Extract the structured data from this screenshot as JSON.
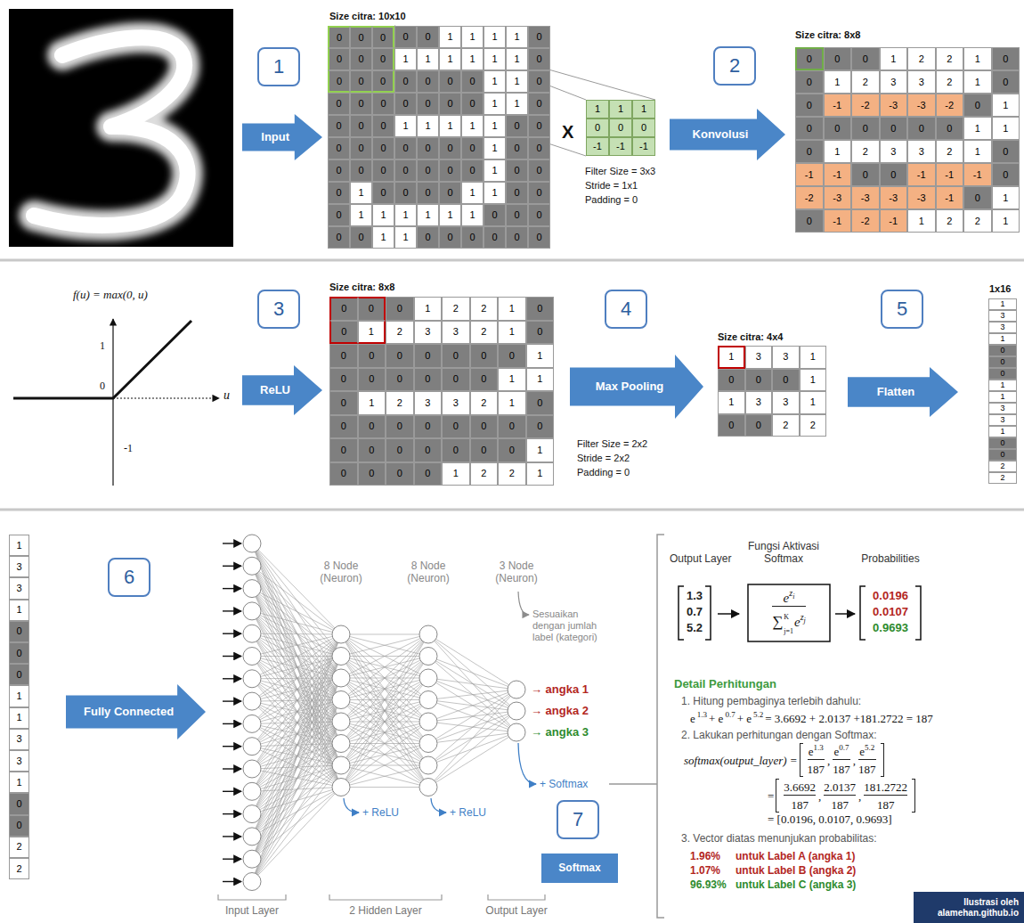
{
  "diagram": {
    "nodes": [
      {
        "text": [
          "1"
        ]
      },
      {
        "text": [
          "Input"
        ]
      },
      {
        "text": [
          "2"
        ]
      },
      {
        "text": [
          "Konvolusi"
        ]
      },
      {
        "text": [
          "3"
        ]
      },
      {
        "text": [
          "ReLU"
        ]
      },
      {
        "text": [
          "4"
        ]
      },
      {
        "text": [
          "Max Pooling"
        ]
      },
      {
        "text": [
          "5"
        ]
      },
      {
        "text": [
          "Flatten"
        ]
      },
      {
        "text": [
          "6"
        ]
      },
      {
        "text": [
          "Fully Connected"
        ]
      },
      {
        "text": [
          "7"
        ]
      },
      {
        "text": [
          "Softmax"
        ]
      },
      {
        "text": [
          "Ilustrasi oleh alamehan.github.io"
        ]
      }
    ],
    "labels": [
      "Size citra: 10x10",
      "0",
      "0",
      "0",
      "0",
      "0",
      "1",
      "1",
      "1",
      "1",
      "0",
      "0",
      "0",
      "0",
      "1",
      "1",
      "1",
      "1",
      "1",
      "1",
      "0",
      "0",
      "0",
      "0",
      "0",
      "0",
      "0",
      "0",
      "1",
      "1",
      "0",
      "0",
      "0",
      "0",
      "0",
      "0",
      "0",
      "0",
      "1",
      "1",
      "0",
      "0",
      "0",
      "0",
      "1",
      "1",
      "1",
      "1",
      "1",
      "0",
      "0",
      "0",
      "0",
      "0",
      "0",
      "0",
      "0",
      "0",
      "1",
      "0",
      "0",
      "0",
      "0",
      "0",
      "0",
      "0",
      "0",
      "0",
      "1",
      "0",
      "0",
      "0",
      "1",
      "0",
      "0",
      "0",
      "0",
      "1",
      "1",
      "0",
      "0",
      "0",
      "1",
      "1",
      "1",
      "1",
      "1",
      "1",
      "0",
      "0",
      "0",
      "0",
      "0",
      "1",
      "1",
      "0",
      "0",
      "0",
      "0",
      "0",
      "0",
      "X",
      "1",
      "1",
      "1",
      "0",
      "0",
      "0",
      "-1",
      "-1",
      "-1",
      "Filter Size = 3x3",
      "Stride = 1x1",
      "Padding = 0",
      "Size citra: 8x8",
      "0",
      "0",
      "0",
      "1",
      "2",
      "2",
      "1",
      "0",
      "0",
      "1",
      "2",
      "3",
      "3",
      "2",
      "1",
      "0",
      "0",
      "-1",
      "-2",
      "-3",
      "-3",
      "-2",
      "0",
      "1",
      "0",
      "0",
      "0",
      "0",
      "0",
      "0",
      "1",
      "1",
      "0",
      "1",
      "2",
      "3",
      "3",
      "2",
      "1",
      "0",
      "-1",
      "-1",
      "0",
      "0",
      "-1",
      "-1",
      "-1",
      "0",
      "-2",
      "-3",
      "-3",
      "-3",
      "-3",
      "-1",
      "0",
      "1",
      "0",
      "-1",
      "-2",
      "-1",
      "1",
      "2",
      "2",
      "1",
      "f(u) = max(0, u)",
      "1",
      "0",
      "-1",
      "u",
      "Size citra: 8x8",
      "0",
      "0",
      "0",
      "1",
      "2",
      "2",
      "1",
      "0",
      "0",
      "1",
      "2",
      "3",
      "3",
      "2",
      "1",
      "0",
      "0",
      "0",
      "0",
      "0",
      "0",
      "0",
      "0",
      "1",
      "0",
      "0",
      "0",
      "0",
      "0",
      "0",
      "1",
      "1",
      "0",
      "1",
      "2",
      "3",
      "3",
      "2",
      "1",
      "0",
      "0",
      "0",
      "0",
      "0",
      "0",
      "0",
      "0",
      "0",
      "0",
      "0",
      "0",
      "0",
      "0",
      "0",
      "0",
      "1",
      "0",
      "0",
      "0",
      "0",
      "1",
      "2",
      "2",
      "1",
      "Filter Size = 2x2",
      "Stride = 2x2",
      "Padding = 0",
      "Size citra: 4x4",
      "1",
      "3",
      "3",
      "1",
      "0",
      "0",
      "0",
      "1",
      "1",
      "3",
      "3",
      "1",
      "0",
      "0",
      "2",
      "2",
      "1x16",
      "1",
      "3",
      "3",
      "1",
      "0",
      "0",
      "0",
      "1",
      "1",
      "3",
      "3",
      "1",
      "0",
      "0",
      "2",
      "2",
      "1",
      "3",
      "3",
      "1",
      "0",
      "0",
      "0",
      "1",
      "1",
      "3",
      "3",
      "1",
      "0",
      "0",
      "2",
      "2",
      "8 Node (Neuron)",
      "8 Node (Neuron)",
      "3 Node (Neuron)",
      "Sesuaikan dengan jumlah label (kategori)",
      "→ angka 1",
      "→ angka 2",
      "→ angka 3",
      "+ ReLU",
      "+ ReLU",
      "+ Softmax",
      "Input Layer",
      "2 Hidden Layer",
      "Output Layer",
      "Output Layer",
      "Fungsi Aktivasi Softmax",
      "Probabilities",
      "1.3",
      "0.7",
      "5.2",
      "e",
      "z",
      "i",
      "∑",
      "K",
      "j=1",
      "e",
      "z",
      "j",
      "0.0196",
      "0.0107",
      "0.9693",
      "Detail Perhitungan",
      "1. Hitung pembaginya terlebih dahulu:",
      "e",
      "1.3",
      "+ e",
      "0.7",
      "+ e",
      "5.2",
      "= 3.6692 + 2.0137 +181.2722 = 187",
      "2. Lakukan perhitungan dengan Softmax:",
      "softmax(output_layer) =",
      "e",
      "1.3",
      "187",
      ",",
      "e",
      "0.7",
      "187",
      ",",
      "e",
      "5.2",
      "187",
      "=",
      "3.6692",
      "187",
      ",",
      "2.0137",
      "187",
      ",",
      "181.2722",
      "187",
      "= [0.0196, 0.0107, 0.9693]",
      "3. Vector diatas menunjukan probabilitas:",
      "1.96%",
      "untuk Label A (angka 1)",
      "1.07%",
      "untuk Label B (angka 2)",
      "96.93%",
      "untuk Label C (angka 3)"
    ]
  }
}
